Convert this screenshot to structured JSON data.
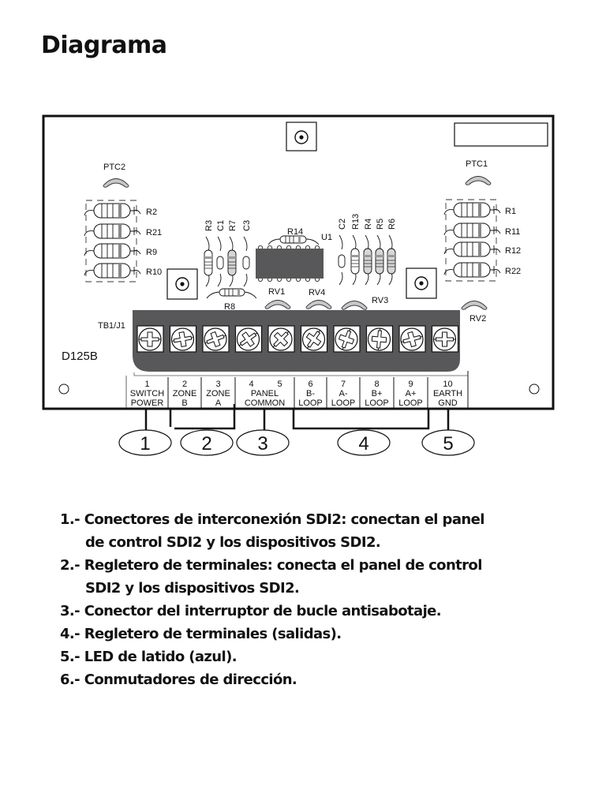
{
  "heading": "Diagrama",
  "board": {
    "model": "D125B",
    "terminal_block_label": "TB1/J1",
    "components": {
      "ptc": [
        "PTC2",
        "PTC1"
      ],
      "left_resistor_bank": [
        "R2",
        "R21",
        "R9",
        "R10"
      ],
      "right_resistor_bank": [
        "R1",
        "R11",
        "R12",
        "R22"
      ],
      "left_vertical": [
        "R3",
        "C1",
        "R7",
        "C3"
      ],
      "right_vertical": [
        "C2",
        "R13",
        "R4",
        "R5",
        "R6"
      ],
      "r14": "R14",
      "u1": "U1",
      "r8": "R8",
      "varistors": [
        "RV1",
        "RV4",
        "RV3",
        "RV2"
      ]
    },
    "terminals": [
      {
        "num": "1",
        "line1": "SWITCH",
        "line2": "POWER"
      },
      {
        "num": "2",
        "line1": "ZONE",
        "line2": "B"
      },
      {
        "num": "3",
        "line1": "ZONE",
        "line2": "A"
      },
      {
        "num": "4",
        "num2": "5",
        "line1": "PANEL",
        "line2": "COMMON"
      },
      {
        "num": "6",
        "line1": "B-",
        "line2": "LOOP"
      },
      {
        "num": "7",
        "line1": "A-",
        "line2": "LOOP"
      },
      {
        "num": "8",
        "line1": "B+",
        "line2": "LOOP"
      },
      {
        "num": "9",
        "line1": "A+",
        "line2": "LOOP"
      },
      {
        "num": "10",
        "line1": "EARTH",
        "line2": "GND"
      }
    ],
    "callouts": [
      "1",
      "2",
      "3",
      "4",
      "5"
    ],
    "colors": {
      "terminal_block": "#58585a",
      "component_grey": "#c8c8c8",
      "outline": "#111111"
    }
  },
  "legend": [
    {
      "prefix": "1.-",
      "text": "Conectores de interconexión SDI2: conectan el panel",
      "cont": "de control SDI2 y los dispositivos SDI2."
    },
    {
      "prefix": "2.-",
      "text": "Regletero de terminales: conecta el panel de control",
      "cont": "SDI2 y los dispositivos SDI2."
    },
    {
      "prefix": "3.-",
      "text": "Conector del interruptor de bucle antisabotaje."
    },
    {
      "prefix": "4.-",
      "text": "Regletero de terminales (salidas)."
    },
    {
      "prefix": "5.-",
      "text": "LED de latido (azul)."
    },
    {
      "prefix": "6.-",
      "text": "Conmutadores de dirección."
    }
  ]
}
